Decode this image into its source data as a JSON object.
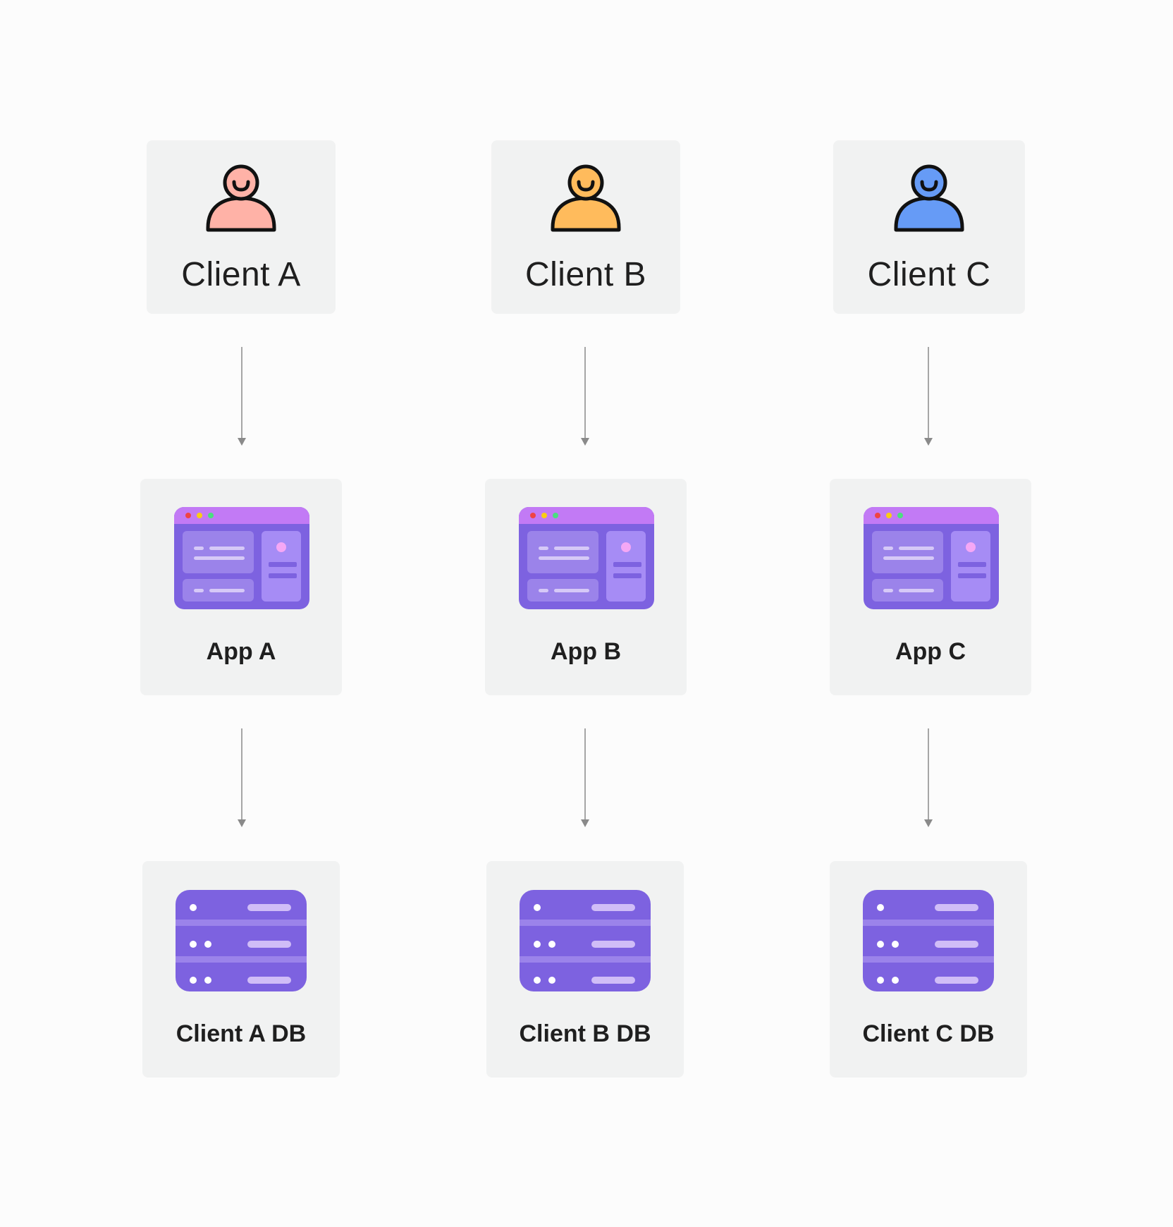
{
  "clients": [
    {
      "label": "Client A",
      "color": "#ffb2a7"
    },
    {
      "label": "Client B",
      "color": "#ffbb5c"
    },
    {
      "label": "Client C",
      "color": "#669bf6"
    }
  ],
  "apps": [
    {
      "label": "App A"
    },
    {
      "label": "App B"
    },
    {
      "label": "App C"
    }
  ],
  "databases": [
    {
      "label": "Client A DB"
    },
    {
      "label": "Client B DB"
    },
    {
      "label": "Client C DB"
    }
  ],
  "colors": {
    "card_background": "#f1f2f2",
    "arrow": "#8a8a8a",
    "app_window": "#7d62e0",
    "app_titlebar": "#c27af5",
    "db_body": "#7d62e0"
  },
  "icons": {
    "client": "person-icon",
    "app": "app-window-icon",
    "database": "database-server-icon",
    "arrow": "arrow-down-icon"
  }
}
